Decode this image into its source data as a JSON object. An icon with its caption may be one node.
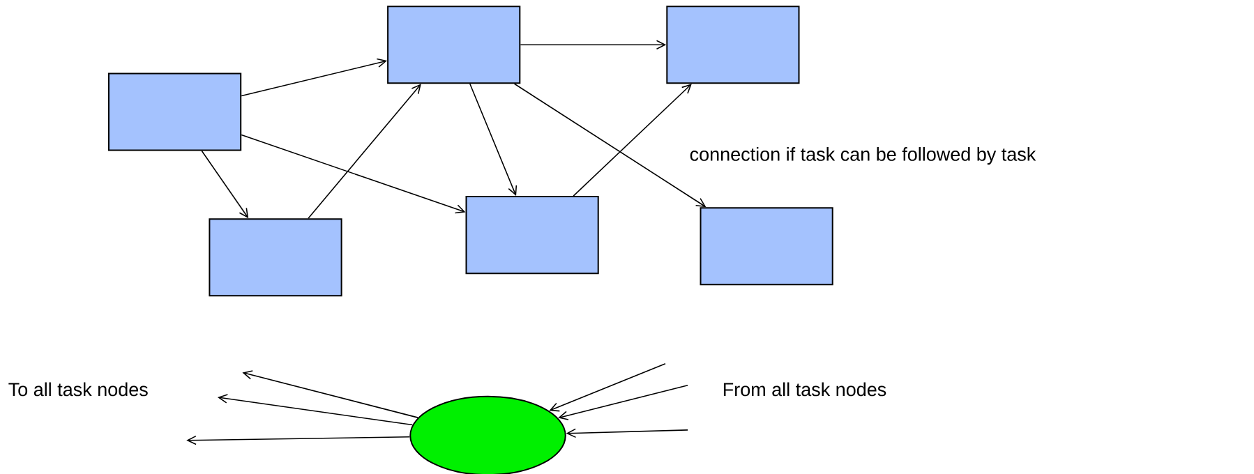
{
  "diagram": {
    "nodes": [
      {
        "text": [],
        "shape": "box"
      },
      {
        "text": [],
        "shape": "box"
      },
      {
        "text": [],
        "shape": "box"
      },
      {
        "text": [],
        "shape": "box"
      },
      {
        "text": [],
        "shape": "box"
      },
      {
        "text": [],
        "shape": "box"
      },
      {
        "text": [],
        "shape": "ellipse"
      }
    ],
    "edges": [
      {
        "from": 0,
        "to": 1,
        "arrow": "to"
      },
      {
        "from": 0,
        "to": 4,
        "arrow": "to"
      },
      {
        "from": 0,
        "to": 3,
        "arrow": "to"
      },
      {
        "from": 3,
        "to": 1,
        "arrow": "to"
      },
      {
        "from": 1,
        "to": 2,
        "arrow": "to"
      },
      {
        "from": 1,
        "to": 4,
        "arrow": "to"
      },
      {
        "from": 1,
        "to": 5,
        "arrow": "to"
      },
      {
        "from": 4,
        "to": 2,
        "arrow": "to"
      },
      {
        "from": 6,
        "to": null,
        "arrow": "to"
      },
      {
        "from": 6,
        "to": null,
        "arrow": "to"
      },
      {
        "from": 6,
        "to": null,
        "arrow": "to"
      },
      {
        "from": null,
        "to": 6,
        "arrow": "to"
      },
      {
        "from": null,
        "to": 6,
        "arrow": "to"
      },
      {
        "from": null,
        "to": 6,
        "arrow": "to"
      }
    ],
    "labels": [
      "connection if task can be followed by task",
      "To all task nodes",
      "From all task nodes"
    ]
  }
}
